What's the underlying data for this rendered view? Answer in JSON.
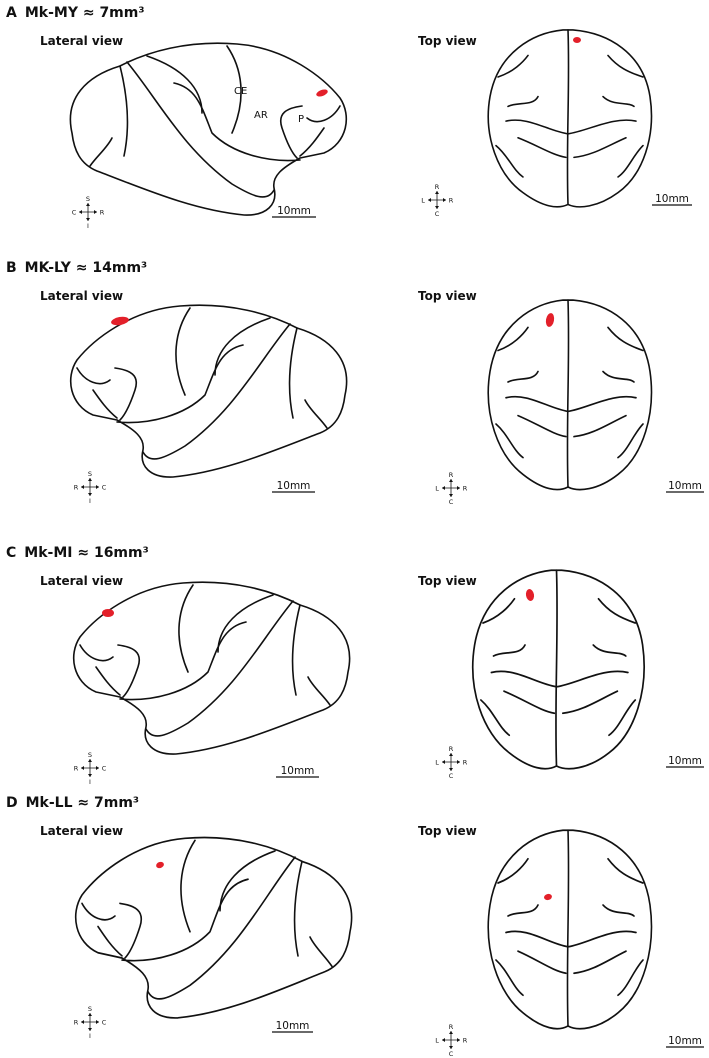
{
  "colors": {
    "lesion": "#e3202a",
    "line": "#111111"
  },
  "panels": [
    {
      "letter": "A",
      "title": "Mk-MY ≈ 7mm³",
      "lateral_label": "Lateral view",
      "top_label": "Top view",
      "scale_lateral": "10mm",
      "scale_top": "10mm",
      "lateral_compass": {
        "up": "S",
        "down": "I",
        "left": "C",
        "right": "R"
      },
      "top_compass": {
        "up": "R",
        "down": "C",
        "left": "L",
        "right": "R"
      },
      "sulcus_labels": [
        "CE",
        "AR",
        "P"
      ]
    },
    {
      "letter": "B",
      "title": "MK-LY ≈ 14mm³",
      "lateral_label": "Lateral view",
      "top_label": "Top view",
      "scale_lateral": "10mm",
      "scale_top": "10mm",
      "lateral_compass": {
        "up": "S",
        "down": "I",
        "left": "R",
        "right": "C"
      },
      "top_compass": {
        "up": "R",
        "down": "C",
        "left": "L",
        "right": "R"
      }
    },
    {
      "letter": "C",
      "title": "Mk-MI ≈ 16mm³",
      "lateral_label": "Lateral view",
      "top_label": "Top view",
      "scale_lateral": "10mm",
      "scale_top": "10mm",
      "lateral_compass": {
        "up": "S",
        "down": "I",
        "left": "R",
        "right": "C"
      },
      "top_compass": {
        "up": "R",
        "down": "C",
        "left": "L",
        "right": "R"
      }
    },
    {
      "letter": "D",
      "title": "Mk-LL ≈ 7mm³",
      "lateral_label": "Lateral view",
      "top_label": "Top view",
      "scale_lateral": "10mm",
      "scale_top": "10mm",
      "lateral_compass": {
        "up": "S",
        "down": "I",
        "left": "R",
        "right": "C"
      },
      "top_compass": {
        "up": "R",
        "down": "C",
        "left": "L",
        "right": "R"
      }
    }
  ]
}
